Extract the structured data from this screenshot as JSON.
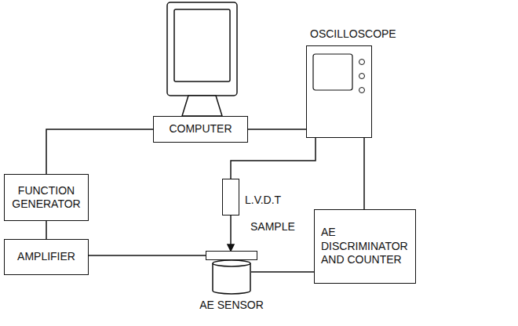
{
  "diagram": {
    "nodes": [
      {
        "text": [
          "COMPUTER"
        ]
      },
      {
        "text": [
          "OSCILLOSCOPE"
        ]
      },
      {
        "text": [
          "FUNCTION GENERATOR"
        ]
      },
      {
        "text": [
          "L.V.D.T"
        ]
      },
      {
        "text": [
          "SAMPLE"
        ]
      },
      {
        "text": [
          "AMPLIFIER"
        ]
      },
      {
        "text": [
          "AE DISCRIMINATOR AND COUNTER"
        ]
      },
      {
        "text": [
          "AE SENSOR"
        ]
      }
    ],
    "edges": [
      {
        "from": 0,
        "to": 2,
        "arrow": "none"
      },
      {
        "from": 0,
        "to": 1,
        "arrow": "none"
      },
      {
        "from": 2,
        "to": 5,
        "arrow": "none"
      },
      {
        "from": 5,
        "to": 4,
        "arrow": "none"
      },
      {
        "from": 3,
        "to": 1,
        "arrow": "none"
      },
      {
        "from": 1,
        "to": 6,
        "arrow": "none"
      },
      {
        "from": 7,
        "to": 6,
        "arrow": "none"
      }
    ]
  }
}
